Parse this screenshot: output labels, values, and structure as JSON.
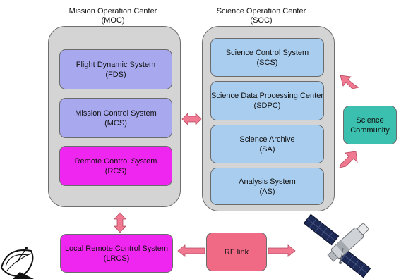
{
  "moc": {
    "title": "Mission Operation Center",
    "abbr": "(MOC)",
    "fds": {
      "name": "Flight Dynamic System",
      "abbr": "(FDS)"
    },
    "mcs": {
      "name": "Mission Control System",
      "abbr": "(MCS)"
    },
    "rcs": {
      "name": "Remote Control System",
      "abbr": "(RCS)"
    }
  },
  "soc": {
    "title": "Science Operation Center",
    "abbr": "(SOC)",
    "scs": {
      "name": "Science Control System",
      "abbr": "(SCS)"
    },
    "sdpc": {
      "name": "Science Data Processing Center",
      "abbr": "(SDPC)"
    },
    "sa": {
      "name": "Science Archive",
      "abbr": "(SA)"
    },
    "as": {
      "name": "Analysis System",
      "abbr": "(AS)"
    }
  },
  "community": {
    "line1": "Science",
    "line2": "Community"
  },
  "lrcs": {
    "name": "Local Remote Control System",
    "abbr": "(LRCS)"
  },
  "rf": {
    "label": "RF link"
  },
  "icons": [
    "satellite-dish-icon",
    "satellite-icon"
  ],
  "colors": {
    "container": "#d4d4d4",
    "moc_box": "#a8a8ef",
    "rcs_box": "#ef26ef",
    "soc_box": "#a9cdef",
    "community_box": "#3bbfae",
    "rf_box": "#f06a86",
    "arrow": "#f07890"
  }
}
